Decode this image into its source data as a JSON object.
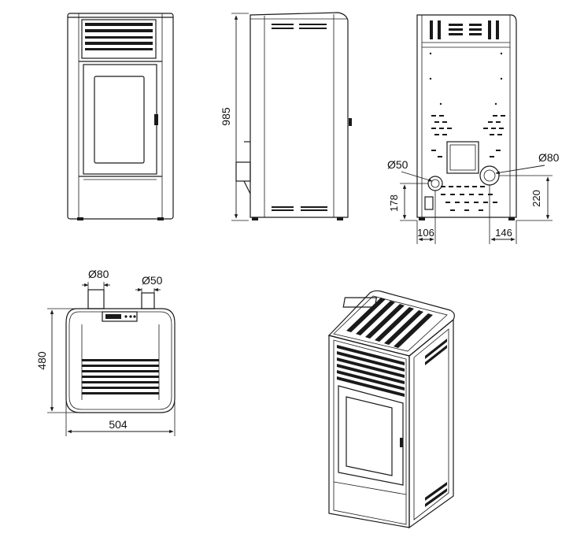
{
  "dimensions": {
    "height": "985",
    "flue_left_label": "Ø50",
    "flue_right_label": "Ø80",
    "flue_left_height": "178",
    "flue_right_height": "220",
    "flue_left_offset": "106",
    "flue_right_offset": "146",
    "top_flue_a": "Ø80",
    "top_flue_b": "Ø50",
    "depth": "480",
    "width": "504"
  }
}
